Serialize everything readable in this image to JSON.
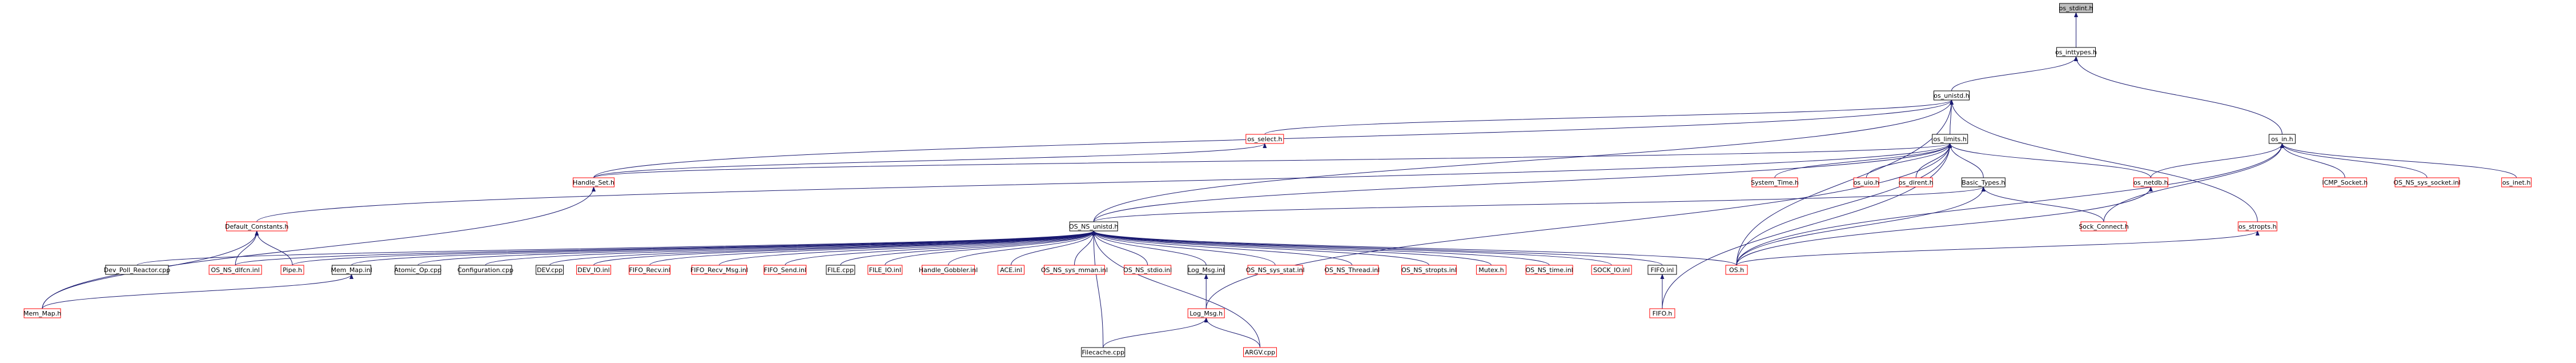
{
  "graph": {
    "type": "include-dependency-graph",
    "edge_color": "#191970",
    "node_colors": {
      "root_fill": "#bfbfbf",
      "border_documented": "#000000",
      "border_undocumented": "#ff0000",
      "fill": "#ffffff"
    },
    "nodes": [
      {
        "id": "os_stdint",
        "label": "os_stdint.h",
        "style": "root"
      },
      {
        "id": "os_inttypes",
        "label": "os_inttypes.h",
        "style": "black"
      },
      {
        "id": "os_unistd",
        "label": "os_unistd.h",
        "style": "black"
      },
      {
        "id": "os_in",
        "label": "os_in.h",
        "style": "black"
      },
      {
        "id": "os_select",
        "label": "os_select.h",
        "style": "red"
      },
      {
        "id": "os_limits",
        "label": "os_limits.h",
        "style": "black"
      },
      {
        "id": "handle_set",
        "label": "Handle_Set.h",
        "style": "red"
      },
      {
        "id": "system_time",
        "label": "System_Time.h",
        "style": "red"
      },
      {
        "id": "os_uio",
        "label": "os_uio.h",
        "style": "red"
      },
      {
        "id": "os_dirent",
        "label": "os_dirent.h",
        "style": "red"
      },
      {
        "id": "basic_types",
        "label": "Basic_Types.h",
        "style": "black"
      },
      {
        "id": "os_netdb",
        "label": "os_netdb.h",
        "style": "red"
      },
      {
        "id": "icmp_socket",
        "label": "ICMP_Socket.h",
        "style": "red"
      },
      {
        "id": "os_ns_sys_socket",
        "label": "OS_NS_sys_socket.inl",
        "style": "red"
      },
      {
        "id": "os_inet",
        "label": "os_inet.h",
        "style": "red"
      },
      {
        "id": "default_constants",
        "label": "Default_Constants.h",
        "style": "red"
      },
      {
        "id": "os_ns_unistd",
        "label": "OS_NS_unistd.h",
        "style": "black"
      },
      {
        "id": "sock_connect",
        "label": "Sock_Connect.h",
        "style": "red"
      },
      {
        "id": "os_stropts",
        "label": "os_stropts.h",
        "style": "red"
      },
      {
        "id": "dev_poll_reactor",
        "label": "Dev_Poll_Reactor.cpp",
        "style": "black"
      },
      {
        "id": "os_ns_dlfcn",
        "label": "OS_NS_dlfcn.inl",
        "style": "red"
      },
      {
        "id": "pipe",
        "label": "Pipe.h",
        "style": "red"
      },
      {
        "id": "mem_map_inl",
        "label": "Mem_Map.inl",
        "style": "black"
      },
      {
        "id": "atomic_op",
        "label": "Atomic_Op.cpp",
        "style": "black"
      },
      {
        "id": "configuration",
        "label": "Configuration.cpp",
        "style": "black"
      },
      {
        "id": "dev_cpp",
        "label": "DEV.cpp",
        "style": "black"
      },
      {
        "id": "dev_io",
        "label": "DEV_IO.inl",
        "style": "red"
      },
      {
        "id": "fifo_recv",
        "label": "FIFO_Recv.inl",
        "style": "red"
      },
      {
        "id": "fifo_recv_msg",
        "label": "FIFO_Recv_Msg.inl",
        "style": "red"
      },
      {
        "id": "fifo_send",
        "label": "FIFO_Send.inl",
        "style": "red"
      },
      {
        "id": "file_cpp",
        "label": "FILE.cpp",
        "style": "black"
      },
      {
        "id": "file_io",
        "label": "FILE_IO.inl",
        "style": "red"
      },
      {
        "id": "handle_gobbler",
        "label": "Handle_Gobbler.inl",
        "style": "red"
      },
      {
        "id": "ace_inl",
        "label": "ACE.inl",
        "style": "red"
      },
      {
        "id": "os_ns_sys_mman",
        "label": "OS_NS_sys_mman.inl",
        "style": "red"
      },
      {
        "id": "os_ns_stdio",
        "label": "OS_NS_stdio.inl",
        "style": "red"
      },
      {
        "id": "log_msg_inl",
        "label": "Log_Msg.inl",
        "style": "black"
      },
      {
        "id": "os_ns_sys_stat",
        "label": "OS_NS_sys_stat.inl",
        "style": "red"
      },
      {
        "id": "os_ns_thread",
        "label": "OS_NS_Thread.inl",
        "style": "red"
      },
      {
        "id": "os_ns_stropts",
        "label": "OS_NS_stropts.inl",
        "style": "red"
      },
      {
        "id": "mutex",
        "label": "Mutex.h",
        "style": "red"
      },
      {
        "id": "os_ns_time",
        "label": "OS_NS_time.inl",
        "style": "red"
      },
      {
        "id": "sock_io",
        "label": "SOCK_IO.inl",
        "style": "red"
      },
      {
        "id": "fifo_inl",
        "label": "FIFO.inl",
        "style": "black"
      },
      {
        "id": "os_h",
        "label": "OS.h",
        "style": "red"
      },
      {
        "id": "mem_map_h",
        "label": "Mem_Map.h",
        "style": "red"
      },
      {
        "id": "log_msg_h",
        "label": "Log_Msg.h",
        "style": "red"
      },
      {
        "id": "fifo_h",
        "label": "FIFO.h",
        "style": "red"
      },
      {
        "id": "filecache",
        "label": "Filecache.cpp",
        "style": "black"
      },
      {
        "id": "argv",
        "label": "ARGV.cpp",
        "style": "red"
      }
    ],
    "edges": [
      [
        "os_inttypes",
        "os_stdint"
      ],
      [
        "os_unistd",
        "os_inttypes"
      ],
      [
        "os_in",
        "os_inttypes"
      ],
      [
        "os_select",
        "os_unistd"
      ],
      [
        "os_limits",
        "os_unistd"
      ],
      [
        "handle_set",
        "os_unistd"
      ],
      [
        "os_ns_unistd",
        "os_unistd"
      ],
      [
        "os_stropts",
        "os_unistd"
      ],
      [
        "os_h",
        "os_unistd"
      ],
      [
        "handle_set",
        "os_select"
      ],
      [
        "handle_set",
        "os_limits"
      ],
      [
        "system_time",
        "os_limits"
      ],
      [
        "os_uio",
        "os_limits"
      ],
      [
        "os_dirent",
        "os_limits"
      ],
      [
        "basic_types",
        "os_limits"
      ],
      [
        "os_netdb",
        "os_limits"
      ],
      [
        "default_constants",
        "os_limits"
      ],
      [
        "os_ns_unistd",
        "os_limits"
      ],
      [
        "log_msg_h",
        "os_limits"
      ],
      [
        "fifo_h",
        "os_limits"
      ],
      [
        "os_h",
        "os_limits"
      ],
      [
        "os_netdb",
        "os_in"
      ],
      [
        "icmp_socket",
        "os_in"
      ],
      [
        "os_ns_sys_socket",
        "os_in"
      ],
      [
        "os_inet",
        "os_in"
      ],
      [
        "sock_connect",
        "os_in"
      ],
      [
        "os_h",
        "os_in"
      ],
      [
        "os_ns_unistd",
        "basic_types"
      ],
      [
        "sock_connect",
        "basic_types"
      ],
      [
        "os_h",
        "basic_types"
      ],
      [
        "os_h",
        "os_netdb"
      ],
      [
        "os_h",
        "os_stropts"
      ],
      [
        "os_ns_dlfcn",
        "default_constants"
      ],
      [
        "pipe",
        "default_constants"
      ],
      [
        "mem_map_h",
        "default_constants"
      ],
      [
        "dev_poll_reactor",
        "os_ns_unistd"
      ],
      [
        "os_ns_dlfcn",
        "os_ns_unistd"
      ],
      [
        "pipe",
        "os_ns_unistd"
      ],
      [
        "mem_map_inl",
        "os_ns_unistd"
      ],
      [
        "atomic_op",
        "os_ns_unistd"
      ],
      [
        "configuration",
        "os_ns_unistd"
      ],
      [
        "dev_cpp",
        "os_ns_unistd"
      ],
      [
        "dev_io",
        "os_ns_unistd"
      ],
      [
        "fifo_recv",
        "os_ns_unistd"
      ],
      [
        "fifo_recv_msg",
        "os_ns_unistd"
      ],
      [
        "fifo_send",
        "os_ns_unistd"
      ],
      [
        "file_cpp",
        "os_ns_unistd"
      ],
      [
        "file_io",
        "os_ns_unistd"
      ],
      [
        "handle_gobbler",
        "os_ns_unistd"
      ],
      [
        "ace_inl",
        "os_ns_unistd"
      ],
      [
        "os_ns_sys_mman",
        "os_ns_unistd"
      ],
      [
        "os_ns_stdio",
        "os_ns_unistd"
      ],
      [
        "log_msg_inl",
        "os_ns_unistd"
      ],
      [
        "os_ns_sys_stat",
        "os_ns_unistd"
      ],
      [
        "os_ns_thread",
        "os_ns_unistd"
      ],
      [
        "os_ns_stropts",
        "os_ns_unistd"
      ],
      [
        "mutex",
        "os_ns_unistd"
      ],
      [
        "os_ns_time",
        "os_ns_unistd"
      ],
      [
        "sock_io",
        "os_ns_unistd"
      ],
      [
        "fifo_inl",
        "os_ns_unistd"
      ],
      [
        "os_h",
        "os_ns_unistd"
      ],
      [
        "filecache",
        "os_ns_unistd"
      ],
      [
        "argv",
        "os_ns_unistd"
      ],
      [
        "mem_map_h",
        "handle_set"
      ],
      [
        "mem_map_h",
        "mem_map_inl"
      ],
      [
        "log_msg_h",
        "log_msg_inl"
      ],
      [
        "filecache",
        "log_msg_h"
      ],
      [
        "argv",
        "log_msg_h"
      ],
      [
        "fifo_h",
        "fifo_inl"
      ]
    ]
  }
}
